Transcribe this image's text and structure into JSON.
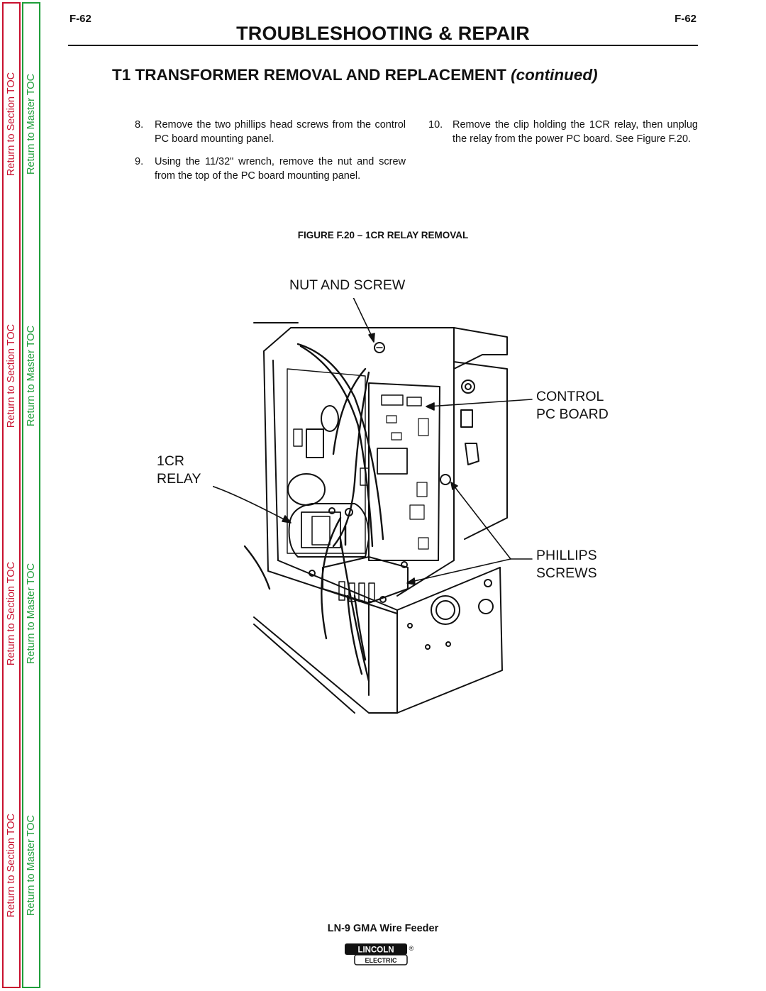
{
  "sidebar": {
    "section_toc_label": "Return to Section TOC",
    "master_toc_label": "Return to Master TOC",
    "section_toc_color": "#c8102e",
    "master_toc_color": "#1e9e3a"
  },
  "header": {
    "page_number_left": "F-62",
    "page_number_right": "F-62",
    "title": "TROUBLESHOOTING & REPAIR"
  },
  "section": {
    "heading_main": "T1 TRANSFORMER REMOVAL AND REPLACEMENT",
    "heading_suffix": "(continued)"
  },
  "steps": [
    {
      "num": "8.",
      "text": "Remove the two phillips head screws from the control PC board mounting panel."
    },
    {
      "num": "9.",
      "text": "Using the 11/32\" wrench, remove the nut and screw from the top of the PC board mounting panel."
    },
    {
      "num": "10.",
      "text": "Remove the clip holding the 1CR relay, then unplug the relay from the power PC board. See Figure F.20."
    }
  ],
  "figure": {
    "caption": "FIGURE F.20 – 1CR RELAY REMOVAL",
    "callouts": {
      "nut_and_screw": "NUT AND SCREW",
      "control_line1": "CONTROL",
      "control_line2": "PC BOARD",
      "relay_line1": "1CR",
      "relay_line2": "RELAY",
      "phillips_line1": "PHILLIPS",
      "phillips_line2": "SCREWS"
    }
  },
  "footer": {
    "product": "LN-9 GMA Wire Feeder",
    "logo_top": "LINCOLN",
    "logo_bottom": "ELECTRIC",
    "logo_mark": "®"
  }
}
